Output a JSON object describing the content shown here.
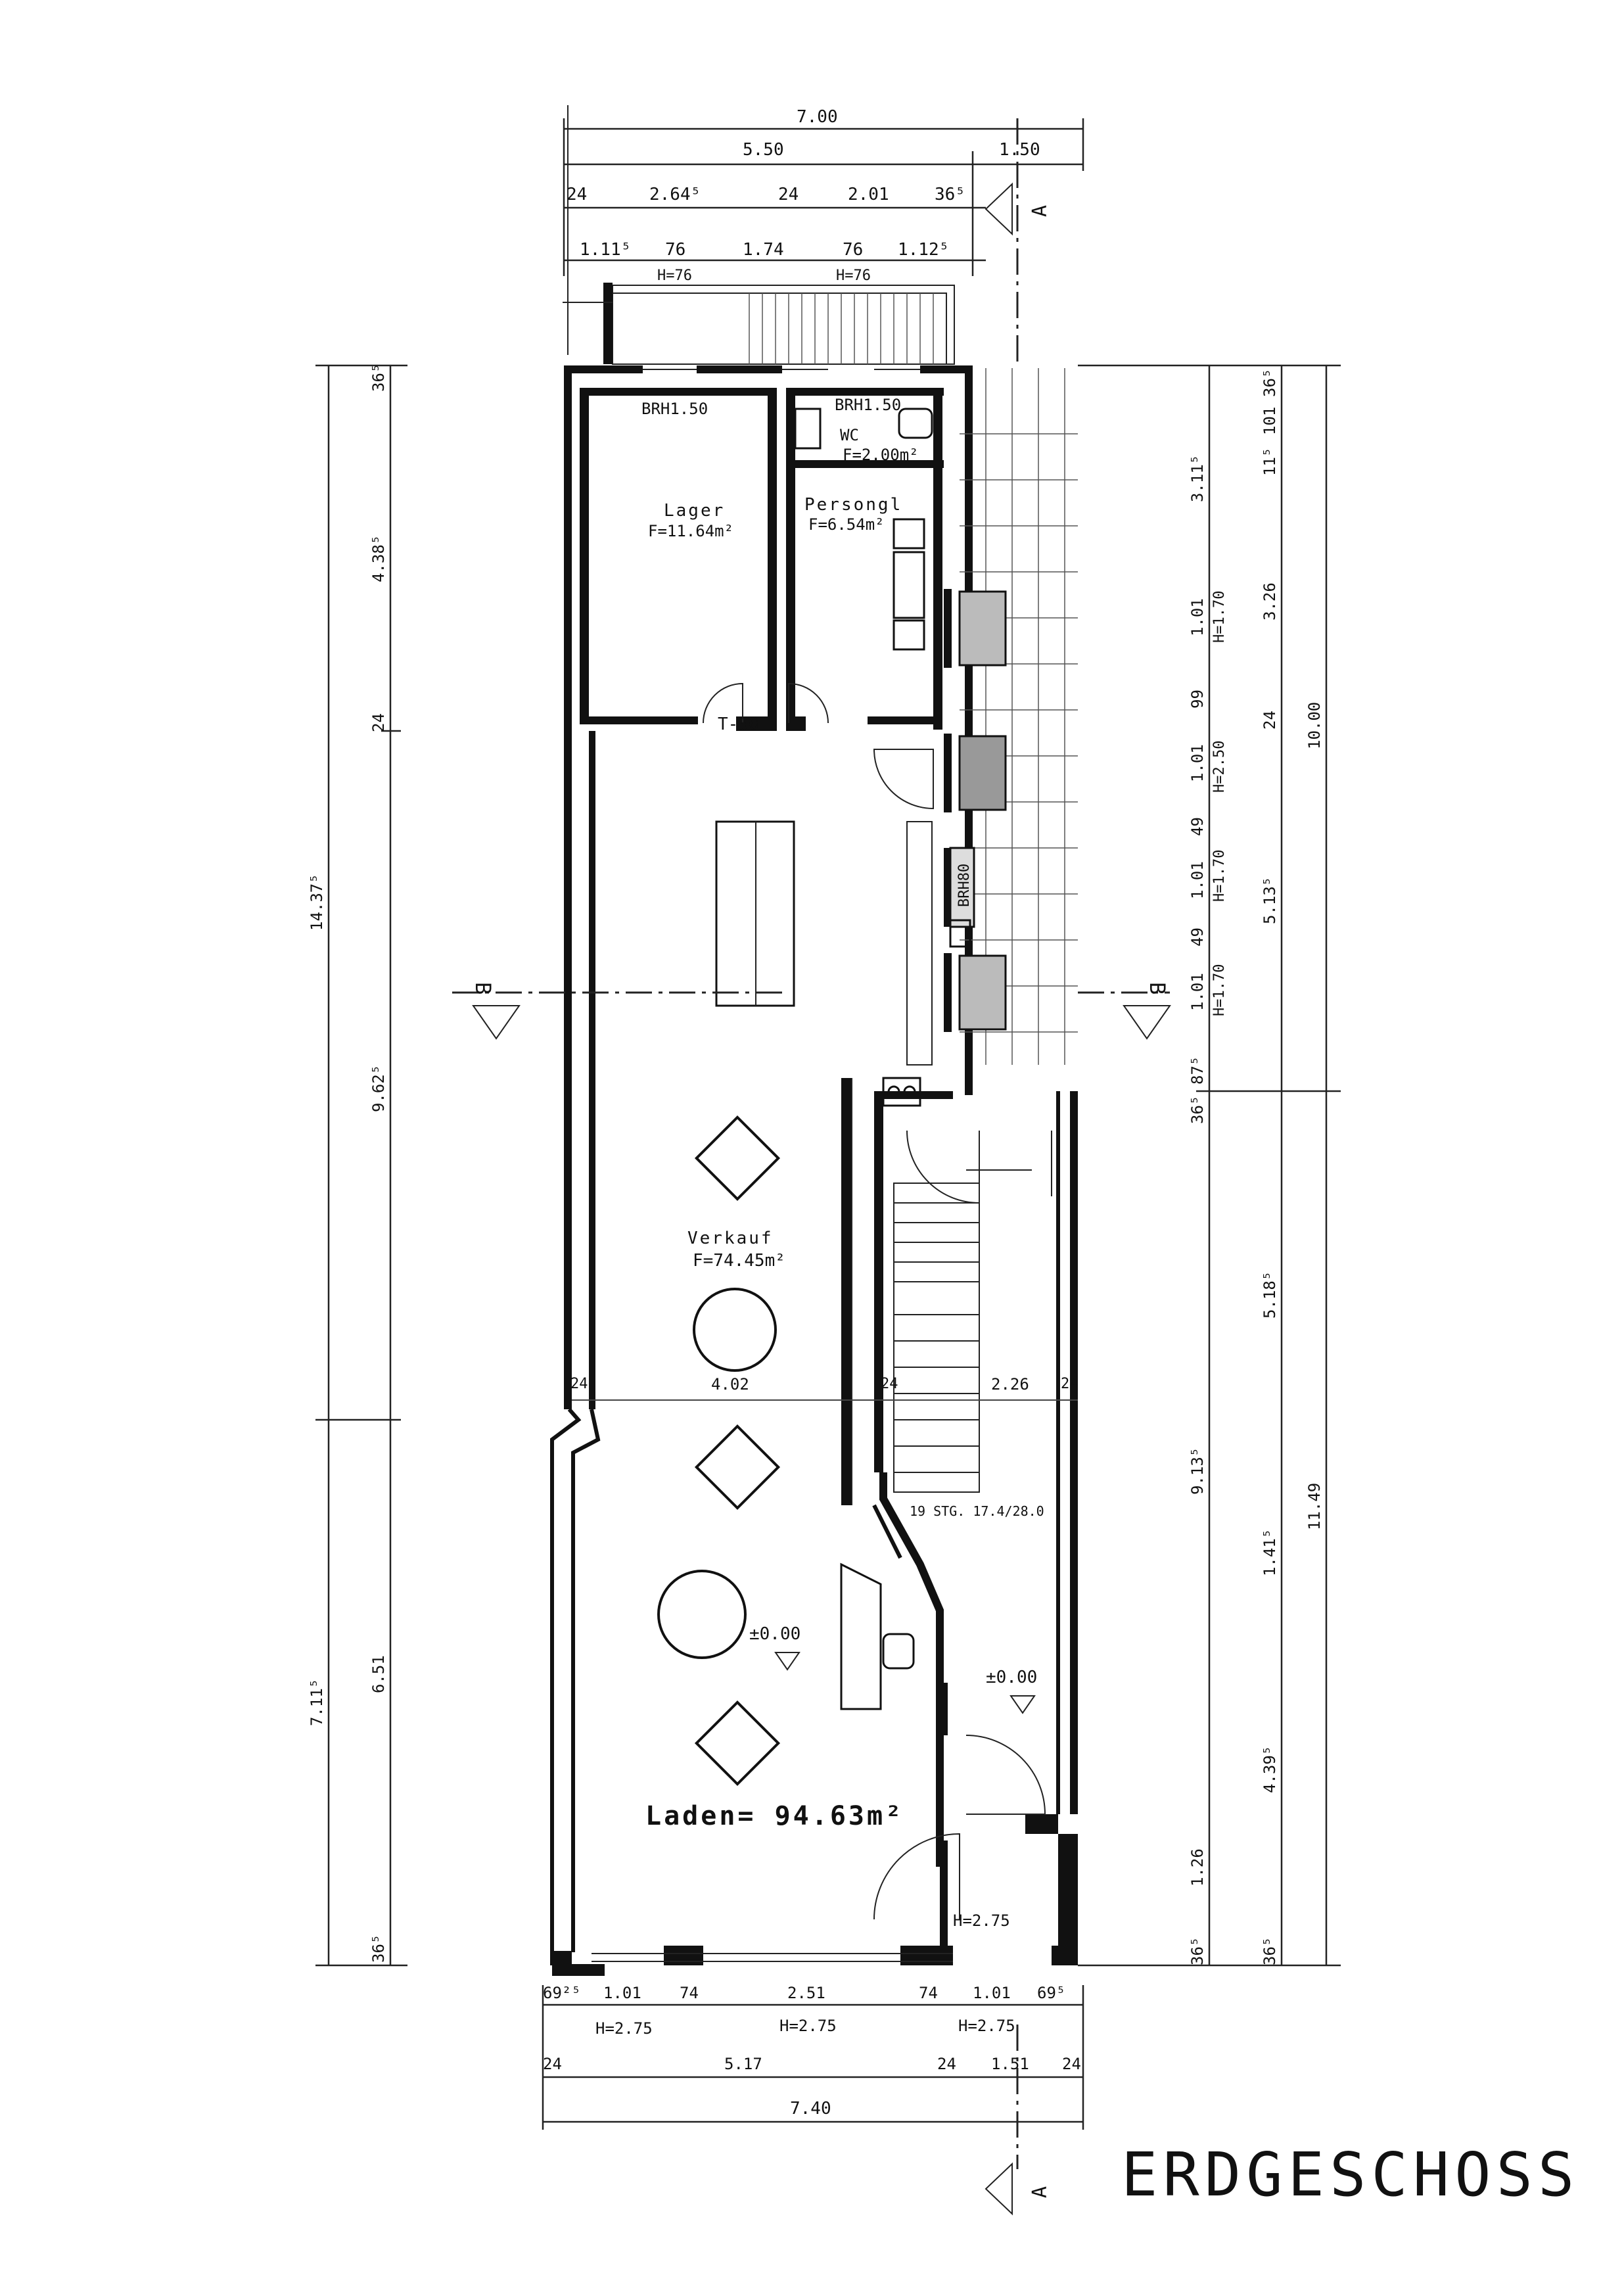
{
  "title": "ERDGESCHOSS",
  "section_marks": {
    "a_top": "A",
    "a_bottom": "A",
    "b_left": "B",
    "b_right": "B"
  },
  "rooms": {
    "lager": {
      "name": "Lager",
      "area": "F=11.64m²"
    },
    "wc": {
      "name": "WC",
      "area": "F=2.00m²"
    },
    "personal": {
      "name": "Persongl",
      "area": "F=6.54m²"
    },
    "verkauf": {
      "name": "Verkauf",
      "area": "F=74.45m²"
    },
    "laden": {
      "name": "Laden= 94.63m²"
    }
  },
  "annotations": {
    "brh_lager": "BRH1.50",
    "brh_wc": "BRH1.50",
    "door_t30": "T-30",
    "brh80": "BRH80",
    "stairs": "19 STG. 17.4/28.0",
    "level_laden": "±0.00",
    "level_stair": "±0.00",
    "h_entrance": "H=2.75",
    "h76_left": "H=76",
    "h76_right": "H=76"
  },
  "top_dims": {
    "overall": "7.00",
    "row2": [
      "5.50",
      "1.50"
    ],
    "row3": [
      "24",
      "2.64⁵",
      "24",
      "2.01",
      "36⁵"
    ],
    "row4": [
      "1.11⁵",
      "76",
      "1.74",
      "76",
      "1.12⁵"
    ]
  },
  "bottom_dims": {
    "row1": [
      "69²⁵",
      "1.01",
      "74",
      "2.51",
      "74",
      "1.01",
      "69⁵"
    ],
    "row1_heights": [
      "H=2.75",
      "H=2.75",
      "H=2.75"
    ],
    "row2": [
      "24",
      "5.17",
      "24",
      "1.51",
      "24"
    ],
    "overall": "7.40"
  },
  "left_dims": {
    "outer": [
      "36⁵",
      "4.38⁵",
      "24",
      "9.62⁵",
      "6.51",
      "36⁵"
    ],
    "overall_upper": "14.37⁵",
    "overall_lower": "7.11⁵"
  },
  "right_dims": {
    "col1": [
      "3.11⁵",
      "1.01",
      "99",
      "1.01",
      "49",
      "1.01",
      "49",
      "1.01",
      "87⁵",
      "36⁵",
      "1.26",
      "36⁵"
    ],
    "col1_heights": [
      "H=1.70",
      "H=2.50",
      "H=1.70",
      "H=1.70"
    ],
    "col2": [
      "11⁵",
      "101",
      "36⁵",
      "3.26",
      "24",
      "5.13⁵",
      "5.18⁵",
      "1.41⁵",
      "4.39⁵",
      "36⁵"
    ],
    "col3": [
      "9.13⁵"
    ],
    "overall_upper": "10.00",
    "overall_lower": "11.49"
  },
  "interior_dims": {
    "left": "4.02",
    "right": "2.26",
    "w24a": "24",
    "w24b": "24",
    "w24c": "24"
  }
}
